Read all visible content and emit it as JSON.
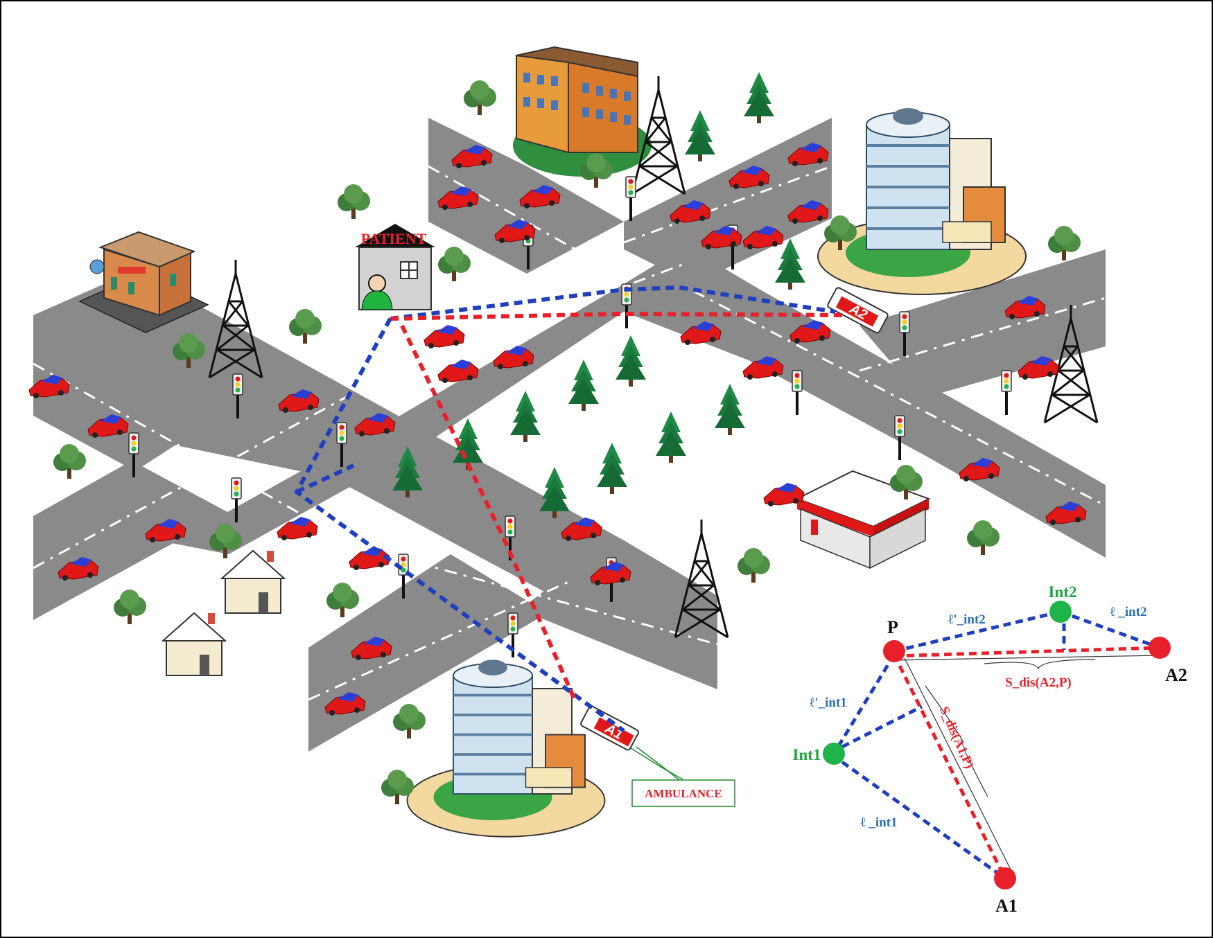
{
  "labels": {
    "patient": "PATIENT",
    "ambulance_callout": "AMBULANCE",
    "ambulance_1": "A1",
    "ambulance_2": "A2"
  },
  "inset": {
    "node_p": "P",
    "node_a1": "A1",
    "node_a2": "A2",
    "node_int1": "Int1",
    "node_int2": "Int2",
    "edge_l_prime_int2": "ℓ'_int2",
    "edge_l_int2": "ℓ _int2",
    "edge_l_prime_int1": "ℓ'_int1",
    "edge_l_int1": "ℓ _int1",
    "sdis_a2p": "S_dis(A2,P)",
    "sdis_a1p": "S_dis(A1,P)"
  },
  "colors": {
    "road": "#8a8a8a",
    "road_edge": "#6e6e6e",
    "lane_mark": "#ffffff",
    "route_blue": "#1f3fbf",
    "route_red": "#e8202a",
    "node_red": "#e8202a",
    "node_green": "#1fb44a",
    "label_red": "#e8202a",
    "label_blue": "#2a6fb6",
    "label_green": "#1fa343",
    "tree_green": "#1f7a3a",
    "callout_green": "#1a8a2a"
  },
  "icons": {
    "tower": "radio-tower-icon",
    "traffic_light": "traffic-light-icon",
    "tree": "tree-icon",
    "car": "car-icon",
    "hospital": "hospital-building-icon",
    "house": "house-icon"
  }
}
